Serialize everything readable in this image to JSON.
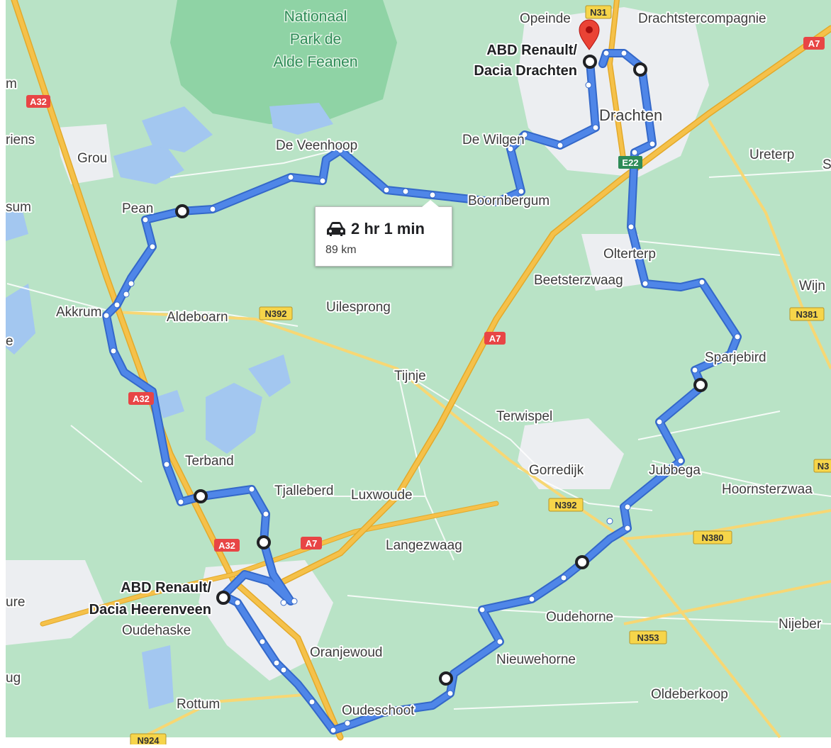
{
  "map": {
    "places": {
      "nationaal_park": [
        "Nationaal",
        "Park de",
        "Alde Feanen"
      ],
      "opeinde": "Opeinde",
      "drachtstercompagnie": "Drachtstercompagnie",
      "drachten": "Drachten",
      "de_wilgen": "De Wilgen",
      "ureterp": "Ureterp",
      "s_edge": "S",
      "m_edge": "m",
      "riens": "riens",
      "grou": "Grou",
      "de_veenhoop": "De Veenhoop",
      "sum": "sum",
      "pean": "Pean",
      "boornbergum": "Boornbergum",
      "olterterp": "Olterterp",
      "beetsterzwaag": "Beetsterzwaag",
      "wijn": "Wijn",
      "akkrum": "Akkrum",
      "aldeboarn": "Aldeboarn",
      "uilesprong": "Uilesprong",
      "e_edge": "e",
      "sparjebird": "Sparjebird",
      "tijnje": "Tijnje",
      "terwispel": "Terwispel",
      "terband": "Terband",
      "gorredijk": "Gorredijk",
      "jubbega": "Jubbega",
      "hoornsterzwaag": "Hoornsterzwaa",
      "tjalleberd": "Tjalleberd",
      "luxwoude": "Luxwoude",
      "langezwaag": "Langezwaag",
      "ure": "ure",
      "oudehaske": "Oudehaske",
      "oudehorne": "Oudehorne",
      "nijeber": "Nijeber",
      "oranjewoud": "Oranjewoud",
      "nieuwehorne": "Nieuwehorne",
      "ug": "ug",
      "rottum": "Rottum",
      "oudeschoot": "Oudeschoot",
      "oldeberkoop": "Oldeberkoop"
    },
    "dealers": {
      "drachten": [
        "ABD Renault/",
        "Dacia Drachten"
      ],
      "heerenveen": [
        "ABD Renault/",
        "Dacia Heerenveen"
      ]
    },
    "road_shields": {
      "a32_top": "A32",
      "a32_mid": "A32",
      "a32_low": "A32",
      "a7_right": "A7",
      "a7_mid": "A7",
      "a7_low": "A7",
      "n31": "N31",
      "e22": "E22",
      "n392_left": "N392",
      "n392_right": "N392",
      "n381": "N381",
      "n3_edge": "N3",
      "n380": "N380",
      "n353": "N353",
      "n924": "N924"
    },
    "colors": {
      "land": "#b9e3c6",
      "park": "#8fd3a5",
      "water": "#a3c7f0",
      "town": "#eceef1",
      "highway": "#f5c14a",
      "route": "#4f86e8",
      "route_outline": "#3468c9",
      "pin": "#ea4335"
    }
  },
  "route_info": {
    "icon": "car-icon",
    "duration": "2 hr 1 min",
    "distance": "89 km"
  }
}
